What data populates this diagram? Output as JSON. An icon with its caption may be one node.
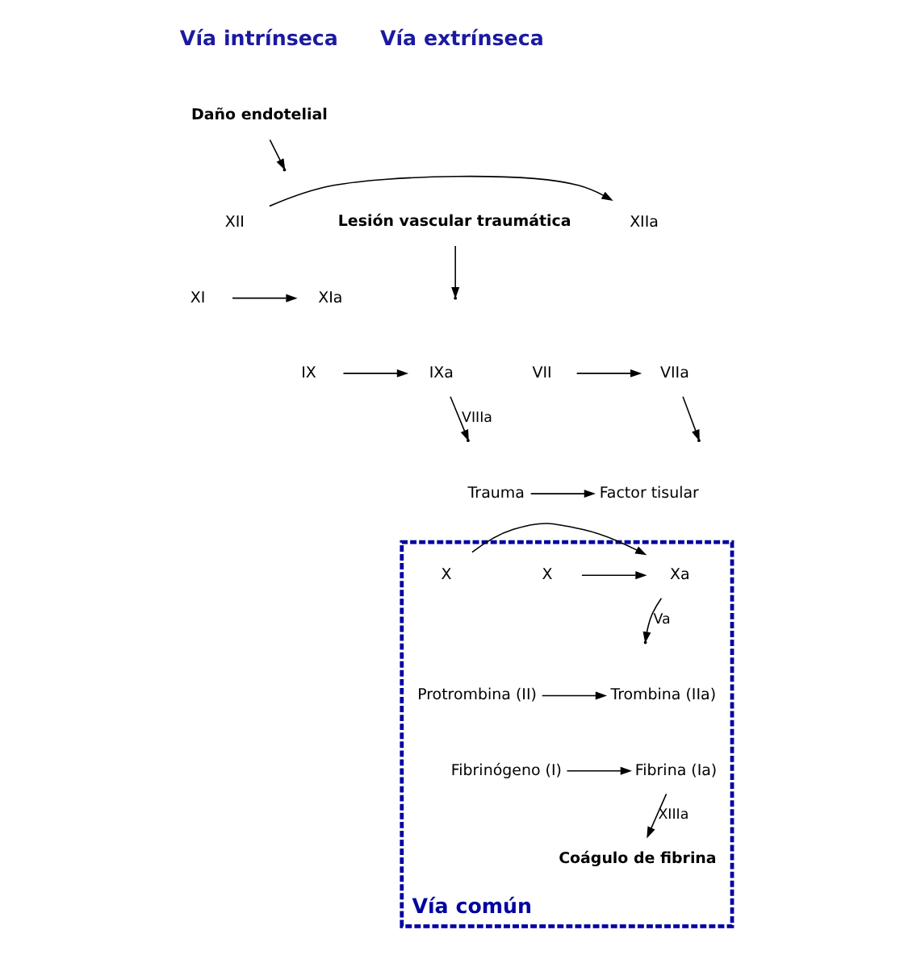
{
  "diagram": {
    "nodes": [
      {
        "text": [
          "Daño endotelial"
        ]
      },
      {
        "text": [
          "XII"
        ]
      },
      {
        "text": [
          "XIIa"
        ]
      },
      {
        "text": [
          "XI"
        ]
      },
      {
        "text": [
          "XIa"
        ]
      },
      {
        "text": [
          "IX"
        ]
      },
      {
        "text": [
          "IXa"
        ]
      },
      {
        "text": [
          "Lesión vascular traumática"
        ]
      },
      {
        "text": [
          "VIIa"
        ]
      },
      {
        "text": [
          "VII"
        ]
      },
      {
        "text": [
          "Factor tisular"
        ]
      },
      {
        "text": [
          "Trauma"
        ]
      },
      {
        "text": [
          "Vía común"
        ]
      },
      {
        "text": [
          "X"
        ],
        "in": 12
      },
      {
        "text": [
          "Xa"
        ],
        "in": 12
      },
      {
        "text": [
          "X"
        ],
        "in": 12
      },
      {
        "text": [
          "Protrombina (II)"
        ],
        "in": 12
      },
      {
        "text": [
          "Trombina (IIa)"
        ],
        "in": 12
      },
      {
        "text": [
          "Fibrinógeno (I)"
        ],
        "in": 12
      },
      {
        "text": [
          "Fibrina (Ia)"
        ],
        "in": 12
      },
      {
        "text": [
          "Coágulo de fibrina"
        ],
        "in": 12
      }
    ],
    "edges": [
      {
        "from": 0,
        "to": null,
        "arrow": "to"
      },
      {
        "from": 1,
        "to": 2,
        "arrow": "to"
      },
      {
        "from": 3,
        "to": 4,
        "arrow": "to"
      },
      {
        "from": 5,
        "to": 6,
        "arrow": "to"
      },
      {
        "from": 7,
        "to": null,
        "arrow": "to"
      },
      {
        "from": 9,
        "to": 8,
        "arrow": "to"
      },
      {
        "from": 6,
        "to": null,
        "arrow": "to",
        "label": "VIIIa"
      },
      {
        "from": 8,
        "to": null,
        "arrow": "to"
      },
      {
        "from": 11,
        "to": 10,
        "arrow": "to"
      },
      {
        "from": 13,
        "to": 14,
        "arrow": "to"
      },
      {
        "from": 15,
        "to": 14,
        "arrow": "to"
      },
      {
        "from": 14,
        "to": null,
        "arrow": "to",
        "label": "Va"
      },
      {
        "from": 16,
        "to": 17,
        "arrow": "to"
      },
      {
        "from": 18,
        "to": 19,
        "arrow": "to"
      },
      {
        "from": 19,
        "to": 20,
        "arrow": "to",
        "label": "XIIIa"
      }
    ],
    "labels": [
      "Vía intrínseca",
      "Vía extrínseca"
    ]
  }
}
